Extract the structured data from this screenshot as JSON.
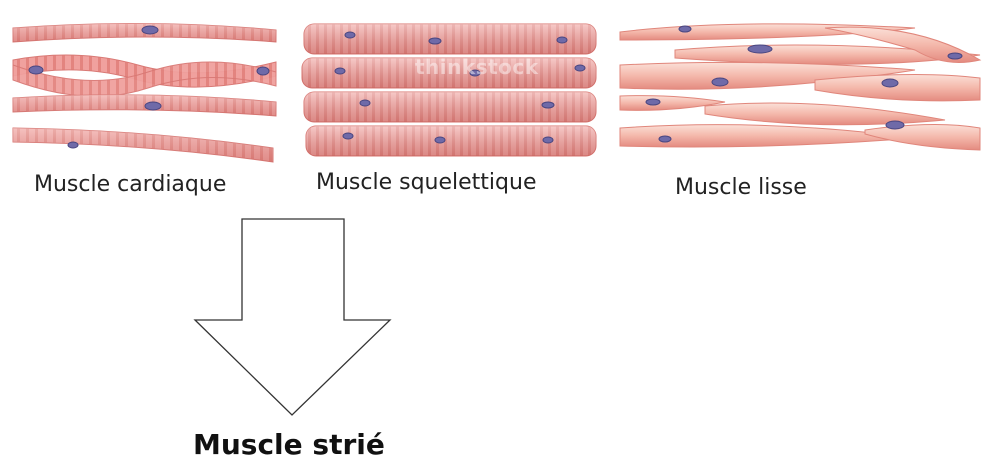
{
  "labels": {
    "cardiac": "Muscle cardiaque",
    "skeletal": "Muscle squelettique",
    "smooth": "Muscle lisse",
    "result": "Muscle strié"
  },
  "watermark": "thinkstock",
  "colors": {
    "fiber": "#f2a3a0",
    "fiber_dark": "#e07f7c",
    "stripe": "#e8918e",
    "nucleus": "#6f6aa8",
    "smooth_fiber": "#f5c0b6",
    "arrow_stroke": "#333333"
  }
}
